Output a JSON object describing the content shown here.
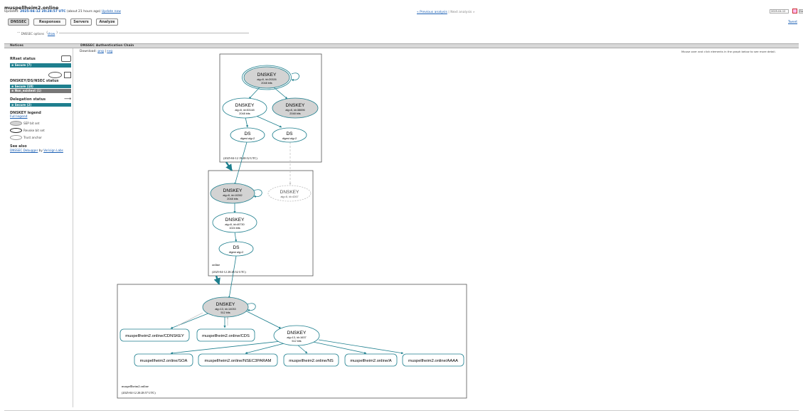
{
  "header": {
    "domain": "muspellheim2.online",
    "updated_label": "Updated:",
    "updated_time": "2025-04-12 20:28:57 UTC",
    "updated_ago": "(about 21 hours ago)",
    "update_now": "Update now",
    "prev_analysis": "« Previous analysis",
    "next_analysis": "Next analysis »",
    "date_value": "2025-04-12",
    "go_label": "Go"
  },
  "tabs": [
    {
      "label": "DNSSEC"
    },
    {
      "label": "Responses"
    },
    {
      "label": "Servers"
    },
    {
      "label": "Analyze"
    }
  ],
  "tweet": "Tweet",
  "dnssec_options": "DNSSEC options",
  "dnssec_options_show": "show",
  "band": {
    "notices": "Notices",
    "chain": "DNSSEC Authentication Chain"
  },
  "download": {
    "label": "Download:",
    "png": "png",
    "svg": "svg"
  },
  "mouse_hint": "Mouse over and click elements in the graph below to see more detail.",
  "sidebar": {
    "rrset_status": "RRset status",
    "rrset_secure": "Secure (7)",
    "dnskey_status": "DNSKEY/DS/NSEC status",
    "dnskey_secure": "Secure (10)",
    "dnskey_nonexist": "Non_existent (1)",
    "delegation_status": "Delegation status",
    "delegation_secure": "Secure (2)",
    "legend_title": "DNSKEY legend",
    "full_legend": "Full legend",
    "sep": "SEP bit set",
    "revoke": "Revoke bit set",
    "trust": "Trust anchor",
    "see_also": "See also",
    "debugger": "DNSSEC Debugger",
    "by": "by",
    "verisign": "Verisign Labs"
  },
  "graph": {
    "root": {
      "ksk": {
        "title": "DNSKEY",
        "l1": "alg=8, id=20326",
        "l2": "2048 bits"
      },
      "zsk": {
        "title": "DNSKEY",
        "l1": "alg=8, id=53148",
        "l2": "2048 bits"
      },
      "other": {
        "title": "DNSKEY",
        "l1": "alg=8, id=38696",
        "l2": "2048 bits"
      },
      "ds1": {
        "title": "DS",
        "l1": "digest alg=2"
      },
      "ds2": {
        "title": "DS",
        "l1": "digest alg=2"
      },
      "time": "(2025-04-12 19:48:52 UTC)"
    },
    "online": {
      "ksk": {
        "title": "DNSKEY",
        "l1": "alg=8, id=10282",
        "l2": "2048 bits"
      },
      "missing": {
        "title": "DNSKEY",
        "l1": "alg=8, id=4267"
      },
      "zsk": {
        "title": "DNSKEY",
        "l1": "alg=8, id=40730",
        "l2": "1024 bits"
      },
      "ds": {
        "title": "DS",
        "l1": "digest alg=2"
      },
      "zone": "online",
      "time": "(2025-04-12 20:28:52 UTC)"
    },
    "domain": {
      "ksk": {
        "title": "DNSKEY",
        "l1": "alg=13, id=14033",
        "l2": "512 bits"
      },
      "zsk": {
        "title": "DNSKEY",
        "l1": "alg=13, id=1637",
        "l2": "512 bits"
      },
      "rr_cdnskey": "muspellheim2.online/CDNSKEY",
      "rr_cds": "muspellheim2.online/CDS",
      "rr_soa": "muspellheim2.online/SOA",
      "rr_nsec3param": "muspellheim2.online/NSEC3PARAM",
      "rr_ns": "muspellheim2.online/NS",
      "rr_a": "muspellheim2.online/A",
      "rr_aaaa": "muspellheim2.online/AAAA",
      "zone": "muspellheim2.online",
      "time": "(2025-04-12 20:28:57 UTC)"
    }
  },
  "colors": {
    "secure": "#1e7f8e",
    "grey_fill": "#d3d3d3",
    "missing": "#bbbbbb"
  }
}
